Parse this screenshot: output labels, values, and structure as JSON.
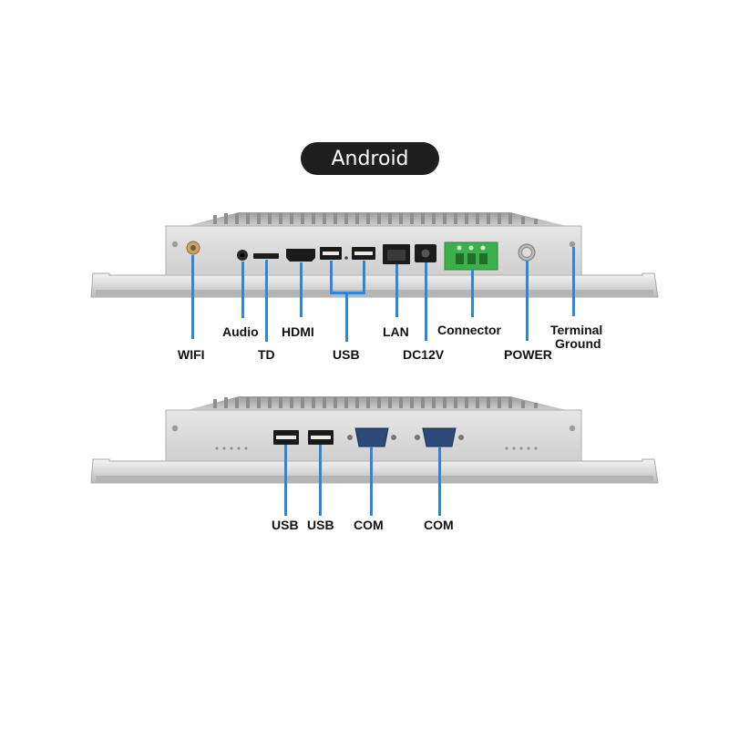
{
  "badge": {
    "label": "Android"
  },
  "top_panel": {
    "labels": {
      "wifi": "WIFI",
      "audio": "Audio",
      "td": "TD",
      "hdmi": "HDMI",
      "usb": "USB",
      "lan": "LAN",
      "dc12v": "DC12V",
      "connector": "Connector",
      "power": "POWER",
      "terminal_line1": "Terminal",
      "terminal_line2": "Ground"
    }
  },
  "bottom_panel": {
    "labels": {
      "usb1": "USB",
      "usb2": "USB",
      "com1": "COM",
      "com2": "COM"
    }
  },
  "colors": {
    "leader": "#2f86d8",
    "badge_bg": "#1f1f1f",
    "connector_green": "#3cb04a"
  },
  "icons": [
    "antenna-jack-icon",
    "audio-jack-icon",
    "sd-slot-icon",
    "hdmi-port-icon",
    "usb-port-icon",
    "lan-port-icon",
    "dc-jack-icon",
    "terminal-block-icon",
    "power-button-icon",
    "ground-screw-icon",
    "db9-com-port-icon"
  ]
}
